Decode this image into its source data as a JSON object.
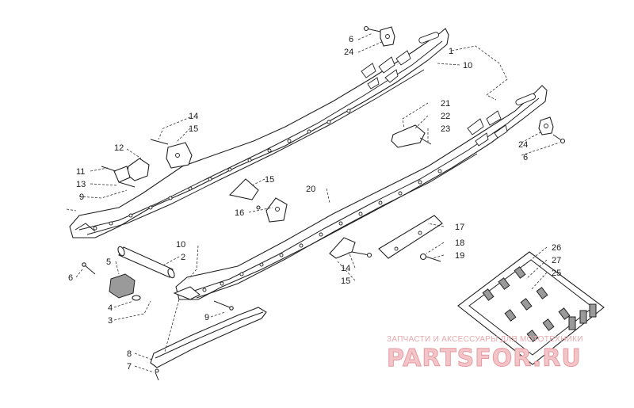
{
  "callouts": {
    "c1": "1",
    "c2": "2",
    "c3": "3",
    "c4": "4",
    "c5": "5",
    "c6": "6",
    "c7": "7",
    "c8": "8",
    "c9": "9",
    "c10": "10",
    "c11": "11",
    "c12": "12",
    "c13": "13",
    "c14": "14",
    "c15": "15",
    "c16": "16",
    "c17": "17",
    "c18": "18",
    "c19": "19",
    "c20": "20",
    "c21": "21",
    "c22": "22",
    "c23": "23",
    "c24": "24",
    "c25": "25",
    "c26": "26",
    "c27": "27"
  },
  "watermark": {
    "tagline": "ЗАПЧАСТИ И АКСЕССУАРЫ ДЛЯ МОТОТЕХНИКИ",
    "brand": "PARTSFOR.RU"
  },
  "colors": {
    "lines": "#222222",
    "watermark": "#e59aa0"
  }
}
